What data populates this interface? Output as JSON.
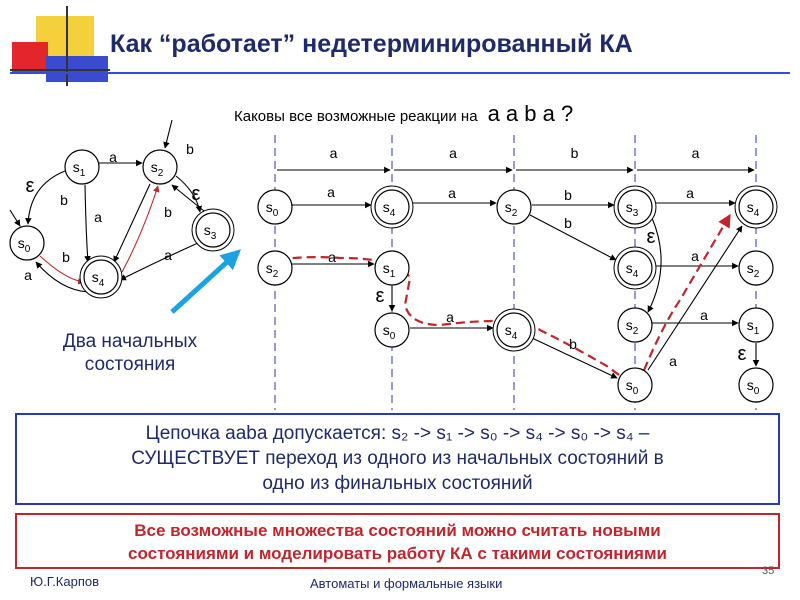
{
  "title": "Как “работает” недетерминированный КА",
  "question": {
    "text": "Каковы все возможные реакции на",
    "sequence": "a a b a ?"
  },
  "caption": "Два начальных состояния",
  "info_box": {
    "line1": "Цепочка aaba допускается: s₂ -> s₁ -> s₀ -> s₄ -> s₀ -> s₄ –",
    "line2": "СУЩЕСТВУЕТ переход из одного из начальных состояний в",
    "line3": "одно из финальных состояний"
  },
  "conclusion_box": {
    "line1": "Все возможные множества состояний можно считать новыми",
    "line2": "состояниями и моделировать работу КА с такими состояниями"
  },
  "footer": {
    "author": "Ю.Г.Карпов",
    "course": "Автоматы и формальные языки",
    "page": "35"
  },
  "automaton": {
    "states": [
      {
        "id": "s1",
        "name": "s",
        "sub": "1",
        "final": false
      },
      {
        "id": "s2",
        "name": "s",
        "sub": "2",
        "final": false
      },
      {
        "id": "s0",
        "name": "s",
        "sub": "0",
        "final": false
      },
      {
        "id": "s4",
        "name": "s",
        "sub": "4",
        "final": true
      },
      {
        "id": "s3",
        "name": "s",
        "sub": "3",
        "final": true
      }
    ],
    "initial": [
      "s0",
      "s2"
    ],
    "transitions": [
      {
        "from": "s1",
        "to": "s2",
        "label": "a"
      },
      {
        "from": "s2",
        "to": "s3",
        "label": "b"
      },
      {
        "from": "s1",
        "to": "s4",
        "label": "b"
      },
      {
        "from": "s2",
        "to": "s4",
        "label": "a"
      },
      {
        "from": "s4",
        "to": "s2",
        "label": "b"
      },
      {
        "from": "s3",
        "to": "s4",
        "label": "a"
      },
      {
        "from": "s0",
        "to": "s4",
        "label": "a"
      },
      {
        "from": "s4",
        "to": "s0",
        "label": "b"
      },
      {
        "from": "s1",
        "to": "s0",
        "label": "ε"
      },
      {
        "from": "s3",
        "to": "s2",
        "label": "ε"
      }
    ]
  },
  "trace": {
    "input": [
      "a",
      "a",
      "b",
      "a"
    ],
    "nodes": [
      {
        "id": "n0",
        "name": "s",
        "sub": "0",
        "final": false
      },
      {
        "id": "n1",
        "name": "s",
        "sub": "2",
        "final": false
      },
      {
        "id": "n2",
        "name": "s",
        "sub": "4",
        "final": true
      },
      {
        "id": "n3",
        "name": "s",
        "sub": "1",
        "final": false
      },
      {
        "id": "n4",
        "name": "s",
        "sub": "0",
        "final": false
      },
      {
        "id": "n5",
        "name": "s",
        "sub": "2",
        "final": false
      },
      {
        "id": "n6",
        "name": "s",
        "sub": "4",
        "final": true
      },
      {
        "id": "n7",
        "name": "s",
        "sub": "3",
        "final": true
      },
      {
        "id": "n8",
        "name": "s",
        "sub": "4",
        "final": true
      },
      {
        "id": "n9",
        "name": "s",
        "sub": "2",
        "final": false
      },
      {
        "id": "n10",
        "name": "s",
        "sub": "0",
        "final": false
      },
      {
        "id": "n11",
        "name": "s",
        "sub": "4",
        "final": true
      },
      {
        "id": "n12",
        "name": "s",
        "sub": "2",
        "final": false
      },
      {
        "id": "n13",
        "name": "s",
        "sub": "1",
        "final": false
      },
      {
        "id": "n14",
        "name": "s",
        "sub": "0",
        "final": false
      }
    ],
    "edges": [
      {
        "from": "n0",
        "to": "n2",
        "label": "a"
      },
      {
        "from": "n1",
        "to": "n3",
        "label": "a"
      },
      {
        "from": "n3",
        "to": "n4",
        "label": "ε"
      },
      {
        "from": "n4",
        "to": "n6",
        "label": "a"
      },
      {
        "from": "n2",
        "to": "n5",
        "label": "a"
      },
      {
        "from": "n5",
        "to": "n7",
        "label": "b"
      },
      {
        "from": "n5",
        "to": "n8",
        "label": "b"
      },
      {
        "from": "n6",
        "to": "n10",
        "label": "b"
      },
      {
        "from": "n7",
        "to": "n9",
        "label": "ε"
      },
      {
        "from": "n7",
        "to": "n11",
        "label": "a"
      },
      {
        "from": "n8",
        "to": "n12",
        "label": "a"
      },
      {
        "from": "n9",
        "to": "n13",
        "label": "a"
      },
      {
        "from": "n10",
        "to": "n11",
        "label": "a"
      },
      {
        "from": "n13",
        "to": "n14",
        "label": "ε"
      }
    ],
    "accepting_path": [
      "n1",
      "n3",
      "n4",
      "n6",
      "n10",
      "n11"
    ]
  },
  "colors": {
    "title": "#1f2a6b",
    "text_blue": "#1f2a6b",
    "accent_red": "#c0262b",
    "path_red": "#c0262b",
    "arrow_cyan": "#1aa3e0",
    "divider_blue": "#2a3ab0",
    "deco_yellow": "#f4d13c",
    "deco_red": "#e3262b",
    "deco_blue": "#3a4bd0"
  }
}
